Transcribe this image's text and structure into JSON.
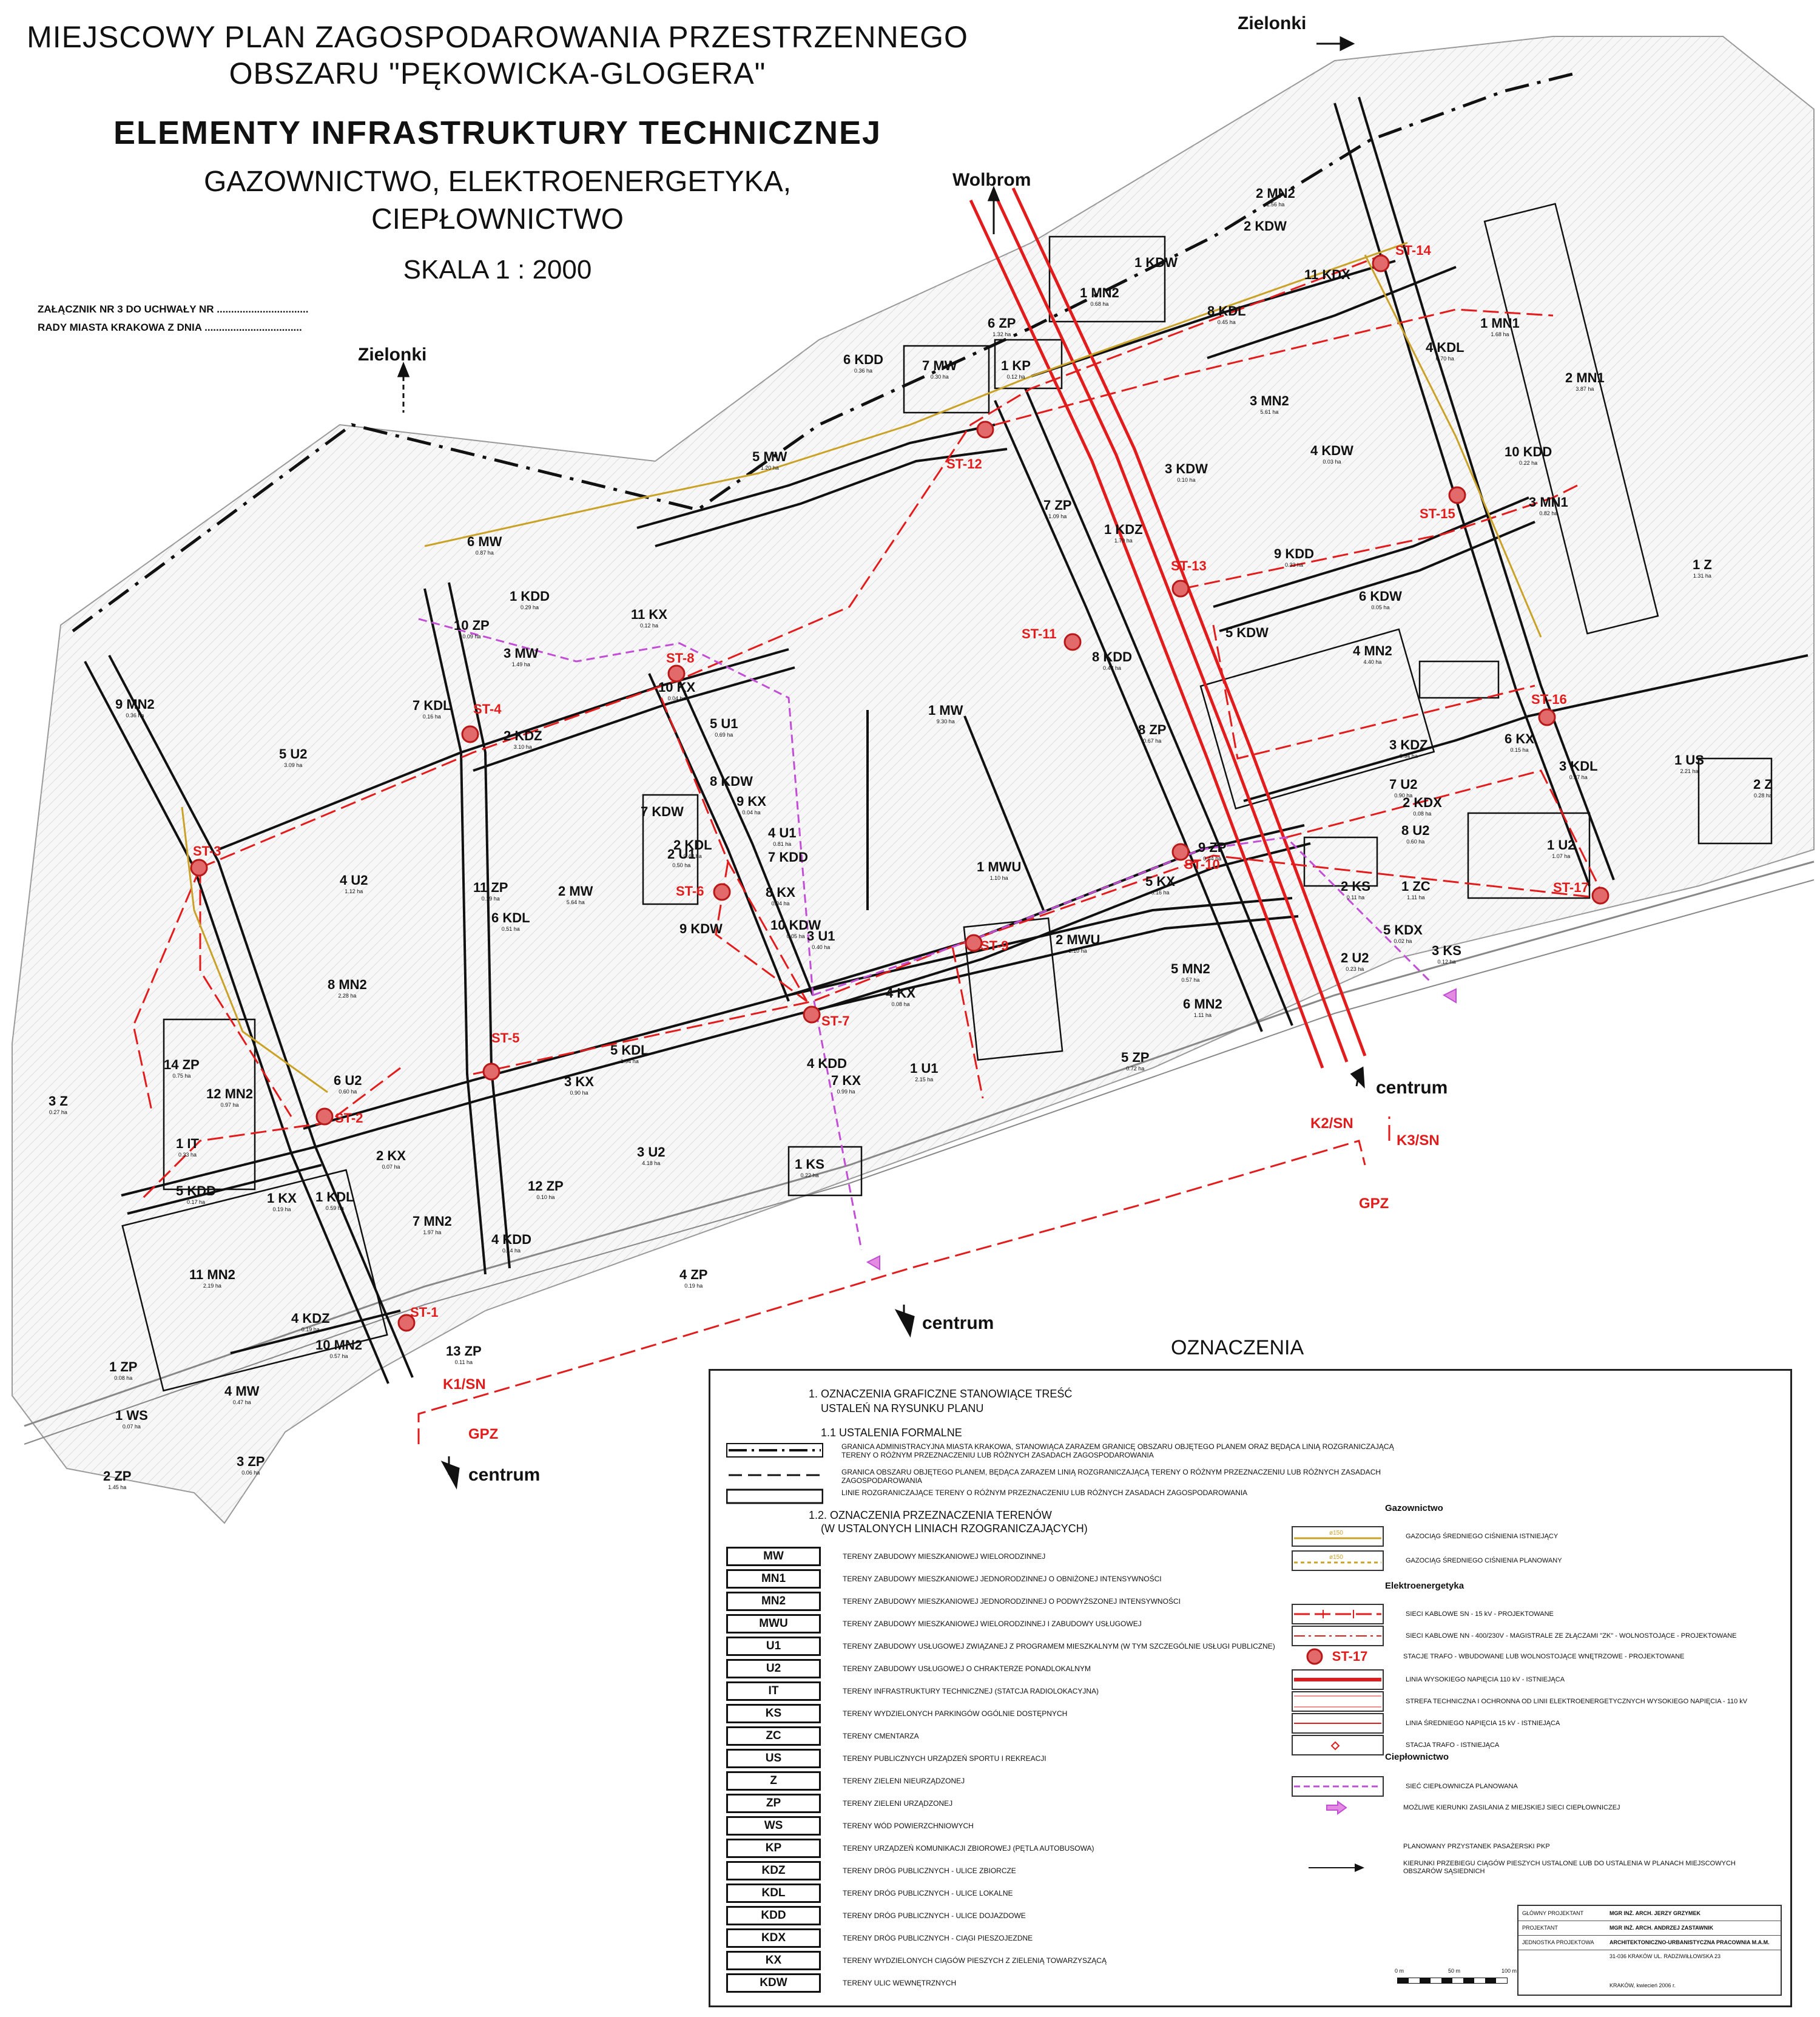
{
  "title": {
    "line1": "MIEJSCOWY PLAN ZAGOSPODAROWANIA PRZESTRZENNEGO",
    "line2": "OBSZARU \"PĘKOWICKA-GLOGERA\"",
    "section": "ELEMENTY INFRASTRUKTURY TECHNICZNEJ",
    "subtitle1": "GAZOWNICTWO, ELEKTROENERGETYKA,",
    "subtitle2": "CIEPŁOWNICTWO",
    "scale": "SKALA   1 : 2000"
  },
  "attachment": {
    "line1": "ZAŁĄCZNIK NR 3 DO UCHWAŁY NR ................................",
    "line2": "RADY MIASTA KRAKOWA Z DNIA .................................."
  },
  "directions": [
    {
      "label": "Zielonki"
    },
    {
      "label": "Zielonki"
    },
    {
      "label": "Wolbrom"
    },
    {
      "label": "centrum"
    },
    {
      "label": "centrum"
    },
    {
      "label": "centrum"
    }
  ],
  "feeders": [
    "K1/SN",
    "K2/SN",
    "K3/SN",
    "GPZ",
    "GPZ"
  ],
  "zones": [
    {
      "code": "2 MN2",
      "area": "1.56 ha"
    },
    {
      "code": "1 MN2",
      "area": "0.68 ha"
    },
    {
      "code": "8 KDL",
      "area": "0.45 ha"
    },
    {
      "code": "2 KDW",
      "area": ""
    },
    {
      "code": "1 KDW",
      "area": ""
    },
    {
      "code": "11 KDX",
      "area": ""
    },
    {
      "code": "1 MN1",
      "area": "1.68 ha"
    },
    {
      "code": "2 MN1",
      "area": "3.87 ha"
    },
    {
      "code": "4 KDL",
      "area": "0.70 ha"
    },
    {
      "code": "3 MN2",
      "area": "5.61 ha"
    },
    {
      "code": "10 KDD",
      "area": "0.22 ha"
    },
    {
      "code": "3 MN1",
      "area": "0.82 ha"
    },
    {
      "code": "6 ZP",
      "area": "1.32 ha"
    },
    {
      "code": "1 KP",
      "area": "0.12 ha"
    },
    {
      "code": "7 MW",
      "area": "0.30 ha"
    },
    {
      "code": "6 KDD",
      "area": "0.36 ha"
    },
    {
      "code": "5 MW",
      "area": "1.20 ha"
    },
    {
      "code": "7 ZP",
      "area": "1.09 ha"
    },
    {
      "code": "1 KDZ",
      "area": "1.79 ha"
    },
    {
      "code": "3 KDW",
      "area": "0.10 ha"
    },
    {
      "code": "4 KDW",
      "area": "0.03 ha"
    },
    {
      "code": "9 KDD",
      "area": "0.33 ha"
    },
    {
      "code": "5 KDW",
      "area": ""
    },
    {
      "code": "6 KDW",
      "area": "0.05 ha"
    },
    {
      "code": "4 MN2",
      "area": "4.40 ha"
    },
    {
      "code": "1 Z",
      "area": "1.31 ha"
    },
    {
      "code": "6 MW",
      "area": "0.87 ha"
    },
    {
      "code": "1 KDD",
      "area": "0.29 ha"
    },
    {
      "code": "11 KX",
      "area": "0.12 ha"
    },
    {
      "code": "10 ZP",
      "area": "0.09 ha"
    },
    {
      "code": "3 MW",
      "area": "1.49 ha"
    },
    {
      "code": "7 KDL",
      "area": "0.16 ha"
    },
    {
      "code": "2 KDZ",
      "area": "3.10 ha"
    },
    {
      "code": "10 KX",
      "area": "0.04 ha"
    },
    {
      "code": "1 MW",
      "area": "9.30 ha"
    },
    {
      "code": "8 KDD",
      "area": "0.48 ha"
    },
    {
      "code": "8 ZP",
      "area": "0.67 ha"
    },
    {
      "code": "3 KDZ",
      "area": "0.94 ha"
    },
    {
      "code": "6 KX",
      "area": "0.15 ha"
    },
    {
      "code": "3 KDL",
      "area": "0.37 ha"
    },
    {
      "code": "1 US",
      "area": "2.21 ha"
    },
    {
      "code": "2 Z",
      "area": "0.28 ha"
    },
    {
      "code": "9 MN2",
      "area": "0.36 ha"
    },
    {
      "code": "5 U2",
      "area": "3.09 ha"
    },
    {
      "code": "5 U1",
      "area": "0.69 ha"
    },
    {
      "code": "8 KDW",
      "area": ""
    },
    {
      "code": "9 KX",
      "area": "0.04 ha"
    },
    {
      "code": "7 KDW",
      "area": ""
    },
    {
      "code": "4 U1",
      "area": "0.81 ha"
    },
    {
      "code": "2 KDL",
      "area": "0.43 ha"
    },
    {
      "code": "2 U1",
      "area": "0.50 ha"
    },
    {
      "code": "7 KDD",
      "area": ""
    },
    {
      "code": "10 KDW",
      "area": "0.05 ha"
    },
    {
      "code": "9 KDW",
      "area": ""
    },
    {
      "code": "8 KX",
      "area": "0.04 ha"
    },
    {
      "code": "3 U1",
      "area": "0.40 ha"
    },
    {
      "code": "4 U2",
      "area": "1.12 ha"
    },
    {
      "code": "2 MW",
      "area": "5.64 ha"
    },
    {
      "code": "11 ZP",
      "area": "0.19 ha"
    },
    {
      "code": "6 KDL",
      "area": "0.51 ha"
    },
    {
      "code": "1 MWU",
      "area": "1.10 ha"
    },
    {
      "code": "5 KX",
      "area": "0.16 ha"
    },
    {
      "code": "9 ZP",
      "area": "0.44 ha"
    },
    {
      "code": "2 MWU",
      "area": "2.10 ha"
    },
    {
      "code": "7 U2",
      "area": "0.90 ha"
    },
    {
      "code": "2 KDX",
      "area": "0.08 ha"
    },
    {
      "code": "8 U2",
      "area": "0.60 ha"
    },
    {
      "code": "1 U2",
      "area": "1.07 ha"
    },
    {
      "code": "2 KS",
      "area": "0.11 ha"
    },
    {
      "code": "1 ZC",
      "area": "1.11 ha"
    },
    {
      "code": "5 KDX",
      "area": "0.02 ha"
    },
    {
      "code": "3 KS",
      "area": "0.12 ha"
    },
    {
      "code": "2 U2",
      "area": "0.23 ha"
    },
    {
      "code": "5 MN2",
      "area": "0.57 ha"
    },
    {
      "code": "6 MN2",
      "area": "1.11 ha"
    },
    {
      "code": "8 MN2",
      "area": "2.28 ha"
    },
    {
      "code": "4 KX",
      "area": "0.08 ha"
    },
    {
      "code": "5 KDL",
      "area": "1.94 ha"
    },
    {
      "code": "3 KX",
      "area": "0.90 ha"
    },
    {
      "code": "7 KX",
      "area": "0.99 ha"
    },
    {
      "code": "4 KDD",
      "area": ""
    },
    {
      "code": "1 U1",
      "area": "2.15 ha"
    },
    {
      "code": "5 ZP",
      "area": "0.72 ha"
    },
    {
      "code": "14 ZP",
      "area": "0.75 ha"
    },
    {
      "code": "12 MN2",
      "area": "0.97 ha"
    },
    {
      "code": "6 U2",
      "area": "0.60 ha"
    },
    {
      "code": "3 Z",
      "area": "0.27 ha"
    },
    {
      "code": "1 IT",
      "area": "0.33 ha"
    },
    {
      "code": "2 KX",
      "area": "0.07 ha"
    },
    {
      "code": "3 U2",
      "area": "4.18 ha"
    },
    {
      "code": "1 KS",
      "area": "0.22 ha"
    },
    {
      "code": "5 KDD",
      "area": "0.17 ha"
    },
    {
      "code": "1 KX",
      "area": "0.19 ha"
    },
    {
      "code": "1 KDL",
      "area": "0.59 ha"
    },
    {
      "code": "7 MN2",
      "area": "1.97 ha"
    },
    {
      "code": "12 ZP",
      "area": "0.10 ha"
    },
    {
      "code": "4 KDD",
      "area": "0.14 ha"
    },
    {
      "code": "11 MN2",
      "area": "2.19 ha"
    },
    {
      "code": "4 ZP",
      "area": "0.19 ha"
    },
    {
      "code": "4 KDZ",
      "area": "0.19 ha"
    },
    {
      "code": "10 MN2",
      "area": "0.57 ha"
    },
    {
      "code": "13 ZP",
      "area": "0.11 ha"
    },
    {
      "code": "1 ZP",
      "area": "0.08 ha"
    },
    {
      "code": "4 MW",
      "area": "0.47 ha"
    },
    {
      "code": "1 WS",
      "area": "0.07 ha"
    },
    {
      "code": "3 ZP",
      "area": "0.06 ha"
    },
    {
      "code": "2 ZP",
      "area": "1.45 ha"
    }
  ],
  "stations": [
    "ST-1",
    "ST-2",
    "ST-3",
    "ST-4",
    "ST-5",
    "ST-6",
    "ST-7",
    "ST-8",
    "ST-9",
    "ST-10",
    "ST-11",
    "ST-12",
    "ST-13",
    "ST-14",
    "ST-15",
    "ST-16",
    "ST-17"
  ],
  "legend": {
    "heading": "OZNACZENIA",
    "section1_line1": "1. OZNACZENIA GRAFICZNE STANOWIĄCE TREŚĆ",
    "section1_line2": "USTALEŃ NA RYSUNKU PLANU",
    "section11": "1.1 USTALENIA FORMALNE",
    "formal": [
      {
        "desc": "GRANICA ADMINISTRACYJNA MIASTA KRAKOWA, STANOWIĄCA ZARAZEM GRANICĘ OBSZARU OBJĘTEGO PLANEM ORAZ BĘDĄCA LINIĄ ROZGRANICZAJĄCĄ TERENY O RÓŻNYM PRZEZNACZENIU LUB RÓŻNYCH ZASADACH ZAGOSPODAROWANIA"
      },
      {
        "desc": "GRANICA OBSZARU OBJĘTEGO PLANEM, BĘDĄCA ZARAZEM LINIĄ ROZGRANICZAJĄCĄ TERENY O RÓŻNYM PRZEZNACZENIU LUB RÓŻNYCH ZASADACH ZAGOSPODAROWANIA"
      },
      {
        "desc": "LINIE ROZGRANICZAJĄCE TERENY O RÓŻNYM PRZEZNACZENIU LUB RÓŻNYCH ZASADACH ZAGOSPODAROWANIA"
      }
    ],
    "section12_line1": "1.2. OZNACZENIA PRZEZNACZENIA TERENÓW",
    "section12_line2": "(W USTALONYCH LINIACH RZOGRANICZAJĄCYCH)",
    "codes": [
      {
        "code": "MW",
        "desc": "TERENY ZABUDOWY MIESZKANIOWEJ WIELORODZINNEJ"
      },
      {
        "code": "MN1",
        "desc": "TERENY ZABUDOWY MIESZKANIOWEJ JEDNORODZINNEJ O OBNIŻONEJ INTENSYWNOŚCI"
      },
      {
        "code": "MN2",
        "desc": "TERENY ZABUDOWY MIESZKANIOWEJ JEDNORODZINNEJ O PODWYŻSZONEJ INTENSYWNOŚCI"
      },
      {
        "code": "MWU",
        "desc": "TERENY ZABUDOWY MIESZKANIOWEJ WIELORODZINNEJ I ZABUDOWY USŁUGOWEJ"
      },
      {
        "code": "U1",
        "desc": "TERENY ZABUDOWY USŁUGOWEJ ZWIĄZANEJ Z PROGRAMEM MIESZKALNYM (W TYM SZCZEGÓLNIE USŁUGI PUBLICZNE)"
      },
      {
        "code": "U2",
        "desc": "TERENY ZABUDOWY USŁUGOWEJ O CHRAKTERZE PONADLOKALNYM"
      },
      {
        "code": "IT",
        "desc": "TERENY INFRASTRUKTURY TECHNICZNEJ (STATCJA RADIOLOKACYJNA)"
      },
      {
        "code": "KS",
        "desc": "TERENY WYDZIELONYCH PARKINGÓW OGÓLNIE DOSTĘPNYCH"
      },
      {
        "code": "ZC",
        "desc": "TERENY CMENTARZA"
      },
      {
        "code": "US",
        "desc": "TERENY PUBLICZNYCH URZĄDZEŃ SPORTU I REKREACJI"
      },
      {
        "code": "Z",
        "desc": "TERENY ZIELENI NIEURZĄDZONEJ"
      },
      {
        "code": "ZP",
        "desc": "TERENY ZIELENI URZĄDZONEJ"
      },
      {
        "code": "WS",
        "desc": "TERENY WÓD POWIERZCHNIOWYCH"
      },
      {
        "code": "KP",
        "desc": "TERENY URZĄDZEŃ KOMUNIKACJI ZBIOROWEJ (PĘTLA AUTOBUSOWA)"
      },
      {
        "code": "KDZ",
        "desc": "TERENY DRÓG PUBLICZNYCH - ULICE ZBIORCZE"
      },
      {
        "code": "KDL",
        "desc": "TERENY DRÓG PUBLICZNYCH - ULICE LOKALNE"
      },
      {
        "code": "KDD",
        "desc": "TERENY DRÓG PUBLICZNYCH - ULICE DOJAZDOWE"
      },
      {
        "code": "KDX",
        "desc": "TERENY DRÓG PUBLICZNYCH - CIĄGI PIESZOJEZDNE"
      },
      {
        "code": "KX",
        "desc": "TERENY WYDZIELONYCH CIĄGÓW PIESZYCH Z ZIELENIĄ TOWARZYSZĄCĄ"
      },
      {
        "code": "KDW",
        "desc": "TERENY ULIC WEWNĘTRZNYCH"
      }
    ],
    "gas_heading": "Gazownictwo",
    "gas": [
      {
        "sym": "ø150",
        "desc": "GAZOCIĄG ŚREDNIEGO CIŚNIENIA ISTNIEJĄCY"
      },
      {
        "sym": "ø150",
        "desc": "GAZOCIĄG ŚREDNIEGO CIŚNIENIA PLANOWANY"
      }
    ],
    "power_heading": "Elektroenergetyka",
    "power": [
      {
        "desc": "SIECI KABLOWE SN - 15 kV - PROJEKTOWANE"
      },
      {
        "desc": "SIECI KABLOWE NN - 400/230V - MAGISTRALE ZE ZŁĄCZAMI \"ZK\" - WOLNOSTOJĄCE - PROJEKTOWANE"
      },
      {
        "desc": "STACJE TRAFO - WBUDOWANE LUB WOLNOSTOJĄCE WNĘTRZOWE - PROJEKTOWANE",
        "sym": "ST-17"
      },
      {
        "desc": "LINIA WYSOKIEGO NAPIĘCIA 110 kV - ISTNIEJĄCA"
      },
      {
        "desc": "STREFA TECHNICZNA I OCHRONNA OD LINII ELEKTROENERGETYCZNYCH WYSOKIEGO NAPIĘCIA - 110 kV"
      },
      {
        "desc": "LINIA ŚREDNIEGO NAPIĘCIA 15 kV - ISTNIEJĄCA"
      },
      {
        "desc": "STACJA TRAFO - ISTNIEJĄCA"
      }
    ],
    "heat_heading": "Ciepłownictwo",
    "heat": [
      {
        "desc": "SIEĆ CIEPŁOWNICZA PLANOWANA"
      },
      {
        "desc": "MOŻLIWE KIERUNKI ZASILANIA Z MIEJSKIEJ SIECI CIEPŁOWNICZEJ"
      }
    ],
    "other": [
      {
        "desc": "PLANOWANY PRZYSTANEK PASAŻERSKI PKP"
      },
      {
        "desc": "KIERUNKI PRZEBIEGU CIĄGÓW PIESZYCH USTALONE LUB DO USTALENIA W PLANACH MIEJSCOWYCH OBSZARÓW SĄSIEDNICH"
      }
    ],
    "credits": [
      {
        "role": "GŁÓWNY PROJEKTANT",
        "name": "MGR INŻ. ARCH. JERZY GRZYMEK"
      },
      {
        "role": "PROJEKTANT",
        "name": "MGR INŻ. ARCH. ANDRZEJ ZASTAWNIK"
      },
      {
        "role": "JEDNOSTKA PROJEKTOWA",
        "name": "ARCHITEKTONICZNO-URBANISTYCZNA PRACOWNIA M.A.M."
      }
    ],
    "credit_address": "31-036 KRAKÓW   UL. RADZIWIŁŁOWSKA 23",
    "credit_date": "KRAKÓW, kwiecień 2006 r.",
    "scale_marks": [
      "0 m",
      "50 m",
      "100 m"
    ]
  },
  "colors": {
    "red": "#e21c1c",
    "black": "#111111",
    "gas": "#c9a227",
    "heat": "#c24ed6",
    "station_fill": "#e36a6a"
  }
}
